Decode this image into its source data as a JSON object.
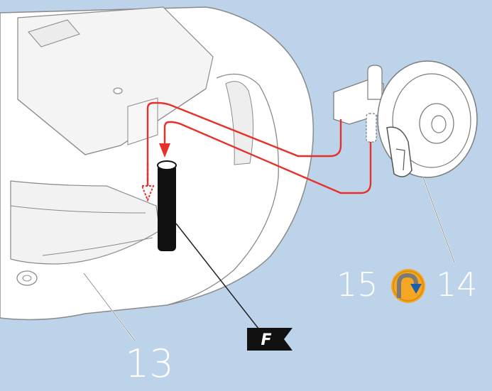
{
  "labels": {
    "part_13": "13",
    "part_14": "14",
    "part_15": "15",
    "flag": "F"
  },
  "icons": {
    "step_badge": "rotate-arrow-icon",
    "flag": "flag-icon"
  },
  "colors": {
    "background": "#bcd3ea",
    "routing_line": "#e8302a",
    "badge": "#f5a623",
    "hose": "#111111",
    "part_fill": "#ffffff",
    "outline": "#7c7c7c"
  }
}
